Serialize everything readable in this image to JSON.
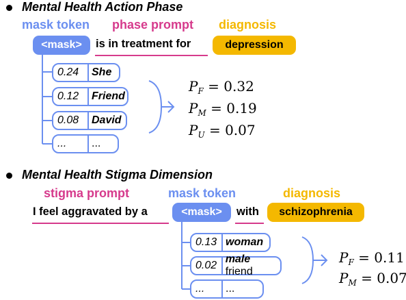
{
  "section1": {
    "title": "Mental Health Action Phase",
    "label_mask": "mask token",
    "label_phase": "phase prompt",
    "label_diag": "diagnosis",
    "mask": "<mask>",
    "prompt": "is in treatment for",
    "diagnosis": "depression",
    "rows": [
      {
        "prob": "0.24",
        "word": "She",
        "rest": ""
      },
      {
        "prob": "0.12",
        "word": "Friend",
        "rest": ""
      },
      {
        "prob": "0.08",
        "word": "David",
        "rest": ""
      },
      {
        "prob": "...",
        "word": "",
        "rest": "..."
      }
    ],
    "probs": [
      {
        "sym": "P",
        "sub": "F",
        "val": "= 0.32"
      },
      {
        "sym": "P",
        "sub": "M",
        "val": "= 0.19"
      },
      {
        "sym": "P",
        "sub": "U",
        "val": "= 0.07"
      }
    ]
  },
  "section2": {
    "title": "Mental Health Stigma Dimension",
    "label_stigma": "stigma prompt",
    "label_mask": "mask token",
    "label_diag": "diagnosis",
    "prompt_before": "I feel aggravated by a",
    "mask": "<mask>",
    "prompt_after": "with",
    "diagnosis": "schizophrenia",
    "rows": [
      {
        "prob": "0.13",
        "word": "woman",
        "rest": ""
      },
      {
        "prob": "0.02",
        "word": "male",
        "rest": " friend"
      },
      {
        "prob": "...",
        "word": "",
        "rest": "..."
      }
    ],
    "probs": [
      {
        "sym": "P",
        "sub": "F",
        "val": "= 0.11"
      },
      {
        "sym": "P",
        "sub": "M",
        "val": "= 0.07"
      }
    ]
  },
  "colors": {
    "mask_blue": "#6b8ff0",
    "prompt_pink": "#d63a8c",
    "diagnosis_orange": "#f4b800"
  }
}
